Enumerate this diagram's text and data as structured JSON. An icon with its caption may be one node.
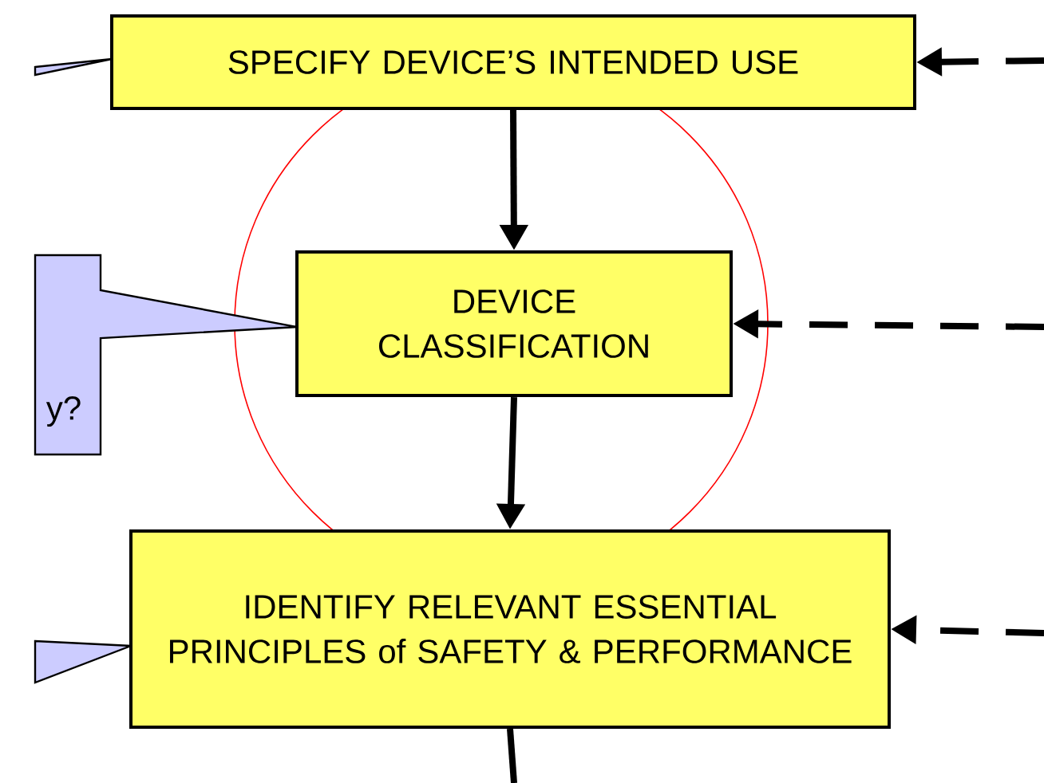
{
  "diagram": {
    "nodes": [
      {
        "text": [],
        "shape": "callout"
      },
      {
        "text": [
          "SPECIFY DEVICE’S INTENDED USE"
        ]
      },
      {
        "text": [
          "y?"
        ]
      },
      {
        "text": [
          "DEVICE CLASSIFICATION"
        ]
      },
      {
        "text": [],
        "shape": "callout"
      },
      {
        "text": [
          "IDENTIFY RELEVANT ESSENTIAL PRINCIPLES of SAFETY & PERFORMANCE"
        ]
      }
    ],
    "edges": [
      {
        "from": 1,
        "to": 3,
        "arrow": "to"
      },
      {
        "from": 3,
        "to": 5,
        "arrow": "to"
      },
      {
        "from": 5,
        "to": null,
        "arrow": "none"
      },
      {
        "from": null,
        "to": 1,
        "arrow": "to",
        "style": "dashed"
      },
      {
        "from": null,
        "to": 3,
        "arrow": "to",
        "style": "dashed"
      },
      {
        "from": null,
        "to": 5,
        "arrow": "to",
        "style": "dashed"
      }
    ]
  }
}
